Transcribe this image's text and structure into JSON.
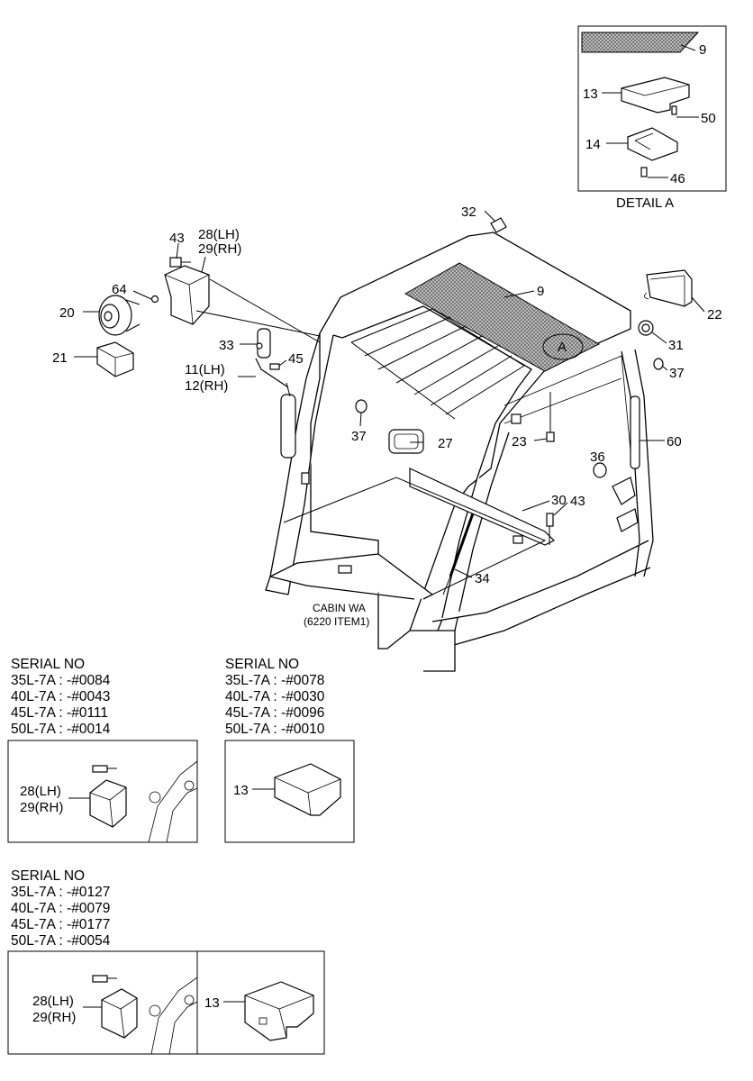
{
  "detail_box": {
    "title": "DETAIL A",
    "labels": [
      "9",
      "13",
      "50",
      "14",
      "46"
    ]
  },
  "main_labels": [
    {
      "id": "32",
      "text": "32"
    },
    {
      "id": "43a",
      "text": "43"
    },
    {
      "id": "28lh",
      "text": "28(LH)"
    },
    {
      "id": "29rh",
      "text": "29(RH)"
    },
    {
      "id": "64",
      "text": "64"
    },
    {
      "id": "20",
      "text": "20"
    },
    {
      "id": "21",
      "text": "21"
    },
    {
      "id": "33",
      "text": "33"
    },
    {
      "id": "45",
      "text": "45"
    },
    {
      "id": "11lh",
      "text": "11(LH)"
    },
    {
      "id": "12rh",
      "text": "12(RH)"
    },
    {
      "id": "9",
      "text": "9"
    },
    {
      "id": "a",
      "text": "A"
    },
    {
      "id": "22",
      "text": "22"
    },
    {
      "id": "31",
      "text": "31"
    },
    {
      "id": "37a",
      "text": "37"
    },
    {
      "id": "37b",
      "text": "37"
    },
    {
      "id": "27",
      "text": "27"
    },
    {
      "id": "23",
      "text": "23"
    },
    {
      "id": "60",
      "text": "60"
    },
    {
      "id": "36",
      "text": "36"
    },
    {
      "id": "30",
      "text": "30"
    },
    {
      "id": "43b",
      "text": "43"
    },
    {
      "id": "34",
      "text": "34"
    }
  ],
  "cabin_note": {
    "line1": "CABIN WA",
    "line2": "(6220 ITEM1)"
  },
  "serial_groups": [
    {
      "heading": "SERIAL NO",
      "lines": [
        "35L-7A : -#0084",
        "40L-7A : -#0043",
        "45L-7A : -#0111",
        "50L-7A : -#0014"
      ]
    },
    {
      "heading": "SERIAL NO",
      "lines": [
        "35L-7A : -#0078",
        "40L-7A : -#0030",
        "45L-7A : -#0096",
        "50L-7A : -#0010"
      ]
    },
    {
      "heading": "SERIAL NO",
      "lines": [
        "35L-7A : -#0127",
        "40L-7A : -#0079",
        "45L-7A : -#0177",
        "50L-7A : -#0054"
      ]
    }
  ],
  "inset_labels": {
    "box1_a": "28(LH)",
    "box1_b": "29(RH)",
    "box2": "13",
    "box3_a": "28(LH)",
    "box3_b": "29(RH)",
    "box4": "13"
  },
  "colors": {
    "line": "#000000",
    "background": "#ffffff",
    "screen": "#9a9a9a"
  }
}
